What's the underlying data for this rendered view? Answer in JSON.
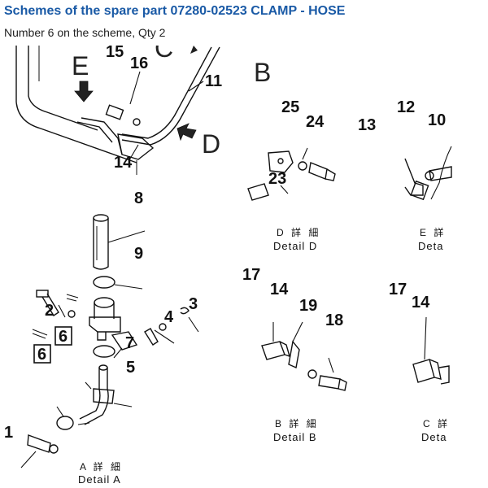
{
  "header": {
    "title": "Schemes of the spare part 07280-02523 CLAMP - HOSE",
    "subtitle": "Number 6 on the scheme, Qty 2"
  },
  "diagram": {
    "view_letters": {
      "e": "E",
      "b": "B",
      "d": "D",
      "c": "C"
    },
    "callouts": {
      "n1": "1",
      "n2": "2",
      "n3": "3",
      "n4": "4",
      "n5": "5",
      "n6a": "6",
      "n6b": "6",
      "n7": "7",
      "n8": "8",
      "n9": "9",
      "n10": "10",
      "n11": "11",
      "n12": "12",
      "n13": "13",
      "n14a": "14",
      "n14b": "14",
      "n14c": "14",
      "n15": "15",
      "n16": "16",
      "n17a": "17",
      "n17b": "17",
      "n18": "18",
      "n19": "19",
      "n23": "23",
      "n24": "24",
      "n25": "25"
    },
    "captions": {
      "d_jp": "D 詳 細",
      "d_en": "Detail D",
      "e_jp": "E 詳",
      "e_en": "Deta",
      "a_jp": "A 詳 細",
      "a_en": "Detail A",
      "b_jp": "B 詳 細",
      "b_en": "Detail B",
      "c_jp": "C 詳",
      "c_en": "Deta"
    }
  }
}
